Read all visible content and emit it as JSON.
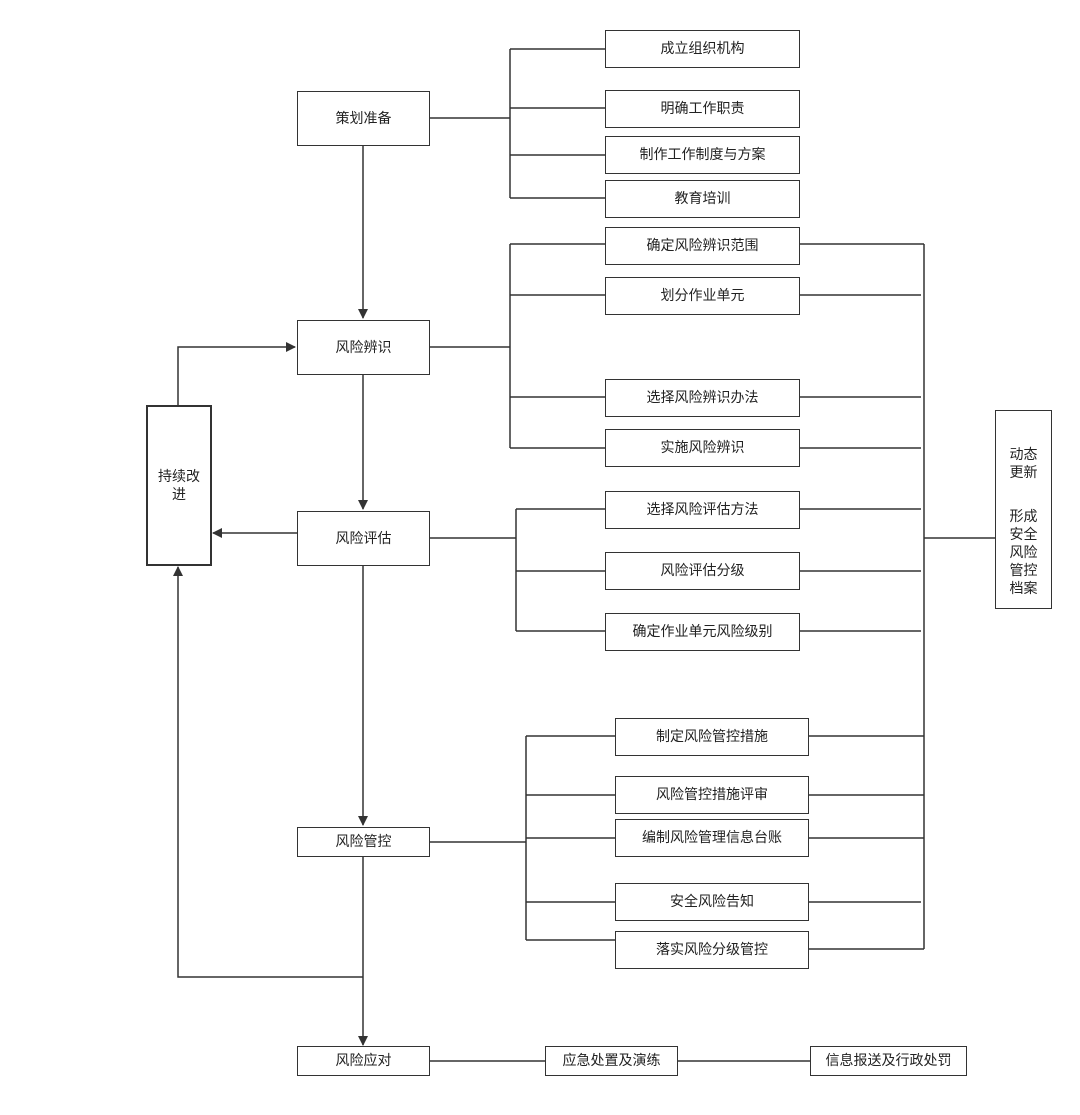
{
  "main_steps": {
    "planning": "策划准备",
    "identification": "风险辨识",
    "assessment": "风险评估",
    "control": "风险管控",
    "response": "风险应对"
  },
  "continuous_improvement": "持续改\n进",
  "planning_items": [
    "成立组织机构",
    "明确工作职责",
    "制作工作制度与方案",
    "教育培训"
  ],
  "identification_items": [
    "确定风险辨识范围",
    "划分作业单元",
    "选择风险辨识办法",
    "实施风险辨识"
  ],
  "assessment_items": [
    "选择风险评估方法",
    "风险评估分级",
    "确定作业单元风险级别"
  ],
  "control_items": [
    "制定风险管控措施",
    "风险管控措施评审",
    "编制风险管理信息台账",
    "安全风险告知",
    "落实风险分级管控"
  ],
  "response_items": [
    "应急处置及演练",
    "信息报送及行政处罚"
  ],
  "archive": {
    "dynamic_update": "动态\n更新",
    "form_archive": "形成\n安全\n风险\n管控\n档案"
  }
}
